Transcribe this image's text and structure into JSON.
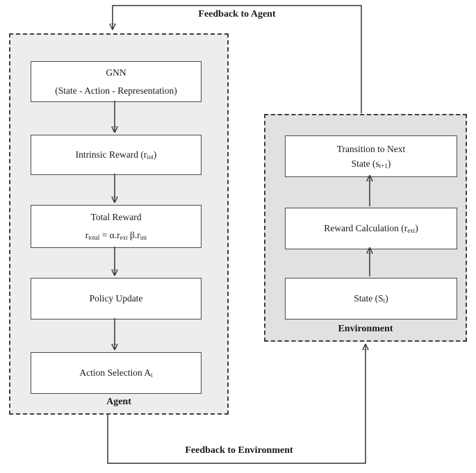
{
  "colors": {
    "agent_bg": "#ededed",
    "env_bg": "#e1e1e1",
    "box_border": "#4a4a4a",
    "line": "#333333"
  },
  "feedback_top": {
    "label": "Feedback to Agent"
  },
  "feedback_bottom": {
    "label": "Feedback to Environment"
  },
  "agent": {
    "label": "Agent",
    "gnn": {
      "line1": "GNN",
      "line2": "(State - Action - Representation)"
    },
    "intrinsic": {
      "pre": "Intrinsic Reward (r",
      "sub": "int",
      "post": ")"
    },
    "total": {
      "title": "Total Reward",
      "f1": "r",
      "f1sub": "total",
      "f2": " = α.r",
      "f2sub": "ext",
      "f3": " β.r",
      "f3sub": "int"
    },
    "policy": {
      "text": "Policy Update"
    },
    "action": {
      "pre": "Action Selection A",
      "sub": "t",
      "post": ""
    }
  },
  "environment": {
    "label": "Environment",
    "transition": {
      "line1": "Transition to Next",
      "pre": "State (s",
      "sub": "t+1",
      "post": ")"
    },
    "reward": {
      "pre": "Reward Calculation (r",
      "sub": "ext",
      "post": ")"
    },
    "state": {
      "pre": "State (S",
      "sub": "t",
      "post": ")"
    }
  }
}
